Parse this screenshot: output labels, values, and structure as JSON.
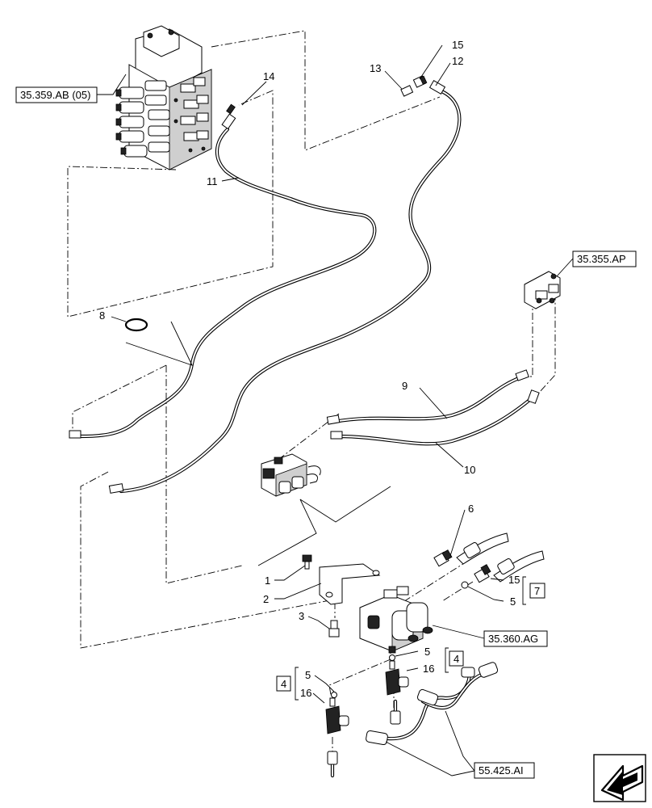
{
  "item_numbers": {
    "n1": "1",
    "n2": "2",
    "n3": "3",
    "n4a": "4",
    "n4b": "4",
    "n5a": "5",
    "n5b": "5",
    "n5c": "5",
    "n6": "6",
    "n7": "7",
    "n8": "8",
    "n9": "9",
    "n10": "10",
    "n11": "11",
    "n12": "12",
    "n13": "13",
    "n14": "14",
    "n15a": "15",
    "n15b": "15",
    "n16a": "16",
    "n16b": "16"
  },
  "references": {
    "control_valve": "35.359.AB (05)",
    "bracket_valve": "35.355.AP",
    "solenoid_valve": "35.360.AG",
    "harness": "55.425.AI"
  },
  "icons": {
    "orientation": "direction-arrow-icon"
  }
}
